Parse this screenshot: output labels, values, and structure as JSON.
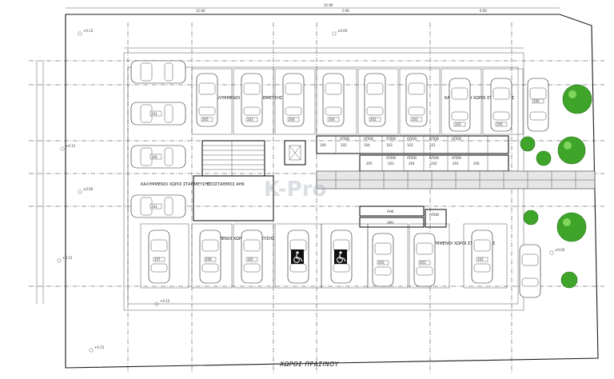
{
  "labels": {
    "green_area": "ΧΩΡΟΣ ΠΡΑΣΙΝΟΥ",
    "covered_parking": "ΚΑΛΥΜΜΕΝΟΙ ΧΩΡΟΙ ΣΤΑΘΜΕΥΣΗΣ",
    "substation": "ΥΠΟΣΤΑΘΜΟΣ ΑΗΚ",
    "aek": "ΑΗΚ",
    "arh": "ΑΡΗ",
    "watermark": "K-Pro"
  },
  "top_dimensions": [
    "32.90",
    "0.90",
    "12.60",
    "6.60"
  ],
  "car_plates": [
    "203",
    "201",
    "106",
    "205",
    "103",
    "204",
    "104",
    "202",
    "101",
    "102",
    "105",
    "206",
    "107"
  ],
  "storage_cells": [
    "ΑΠΟΘ",
    "ΑΠΟΘ",
    "ΑΠΟΘ",
    "ΑΠΟΘ",
    "ΑΠΟΘ",
    "ΑΠΟΘ",
    "ΑΠΟΘ",
    "ΑΠΟΘ",
    "ΑΠΟΘ",
    "ΑΠΟΘ"
  ],
  "storage_numbers": [
    "106",
    "105",
    "104",
    "103",
    "102",
    "101",
    "205",
    "203",
    "204",
    "202",
    "201",
    "206"
  ],
  "level_marks": [
    "+0.15",
    "±0.00",
    "+0.15",
    "±0.00",
    "+0.15",
    "+0.15",
    "±0.00",
    "+0.15"
  ],
  "accent_colors": {
    "tree": "#3fa52a",
    "tree_highlight": "#7fd65b",
    "line": "#1a1a1a"
  }
}
